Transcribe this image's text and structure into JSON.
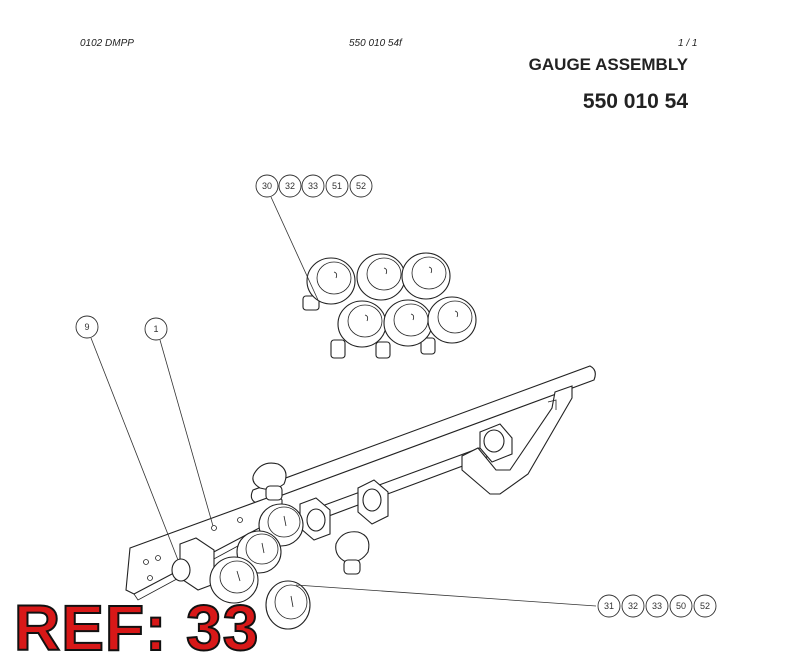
{
  "header": {
    "left": "0102 DMPP",
    "center": "550 010 54f",
    "page": "1 /   1"
  },
  "title": "GAUGE ASSEMBLY",
  "part_number": "550 010 54",
  "callouts": {
    "top_group": [
      "30",
      "32",
      "33",
      "51",
      "52"
    ],
    "item_9": "9",
    "item_1": "1",
    "bottom_group": [
      "31",
      "32",
      "33",
      "50",
      "52"
    ]
  },
  "ref_label": "REF: 33"
}
